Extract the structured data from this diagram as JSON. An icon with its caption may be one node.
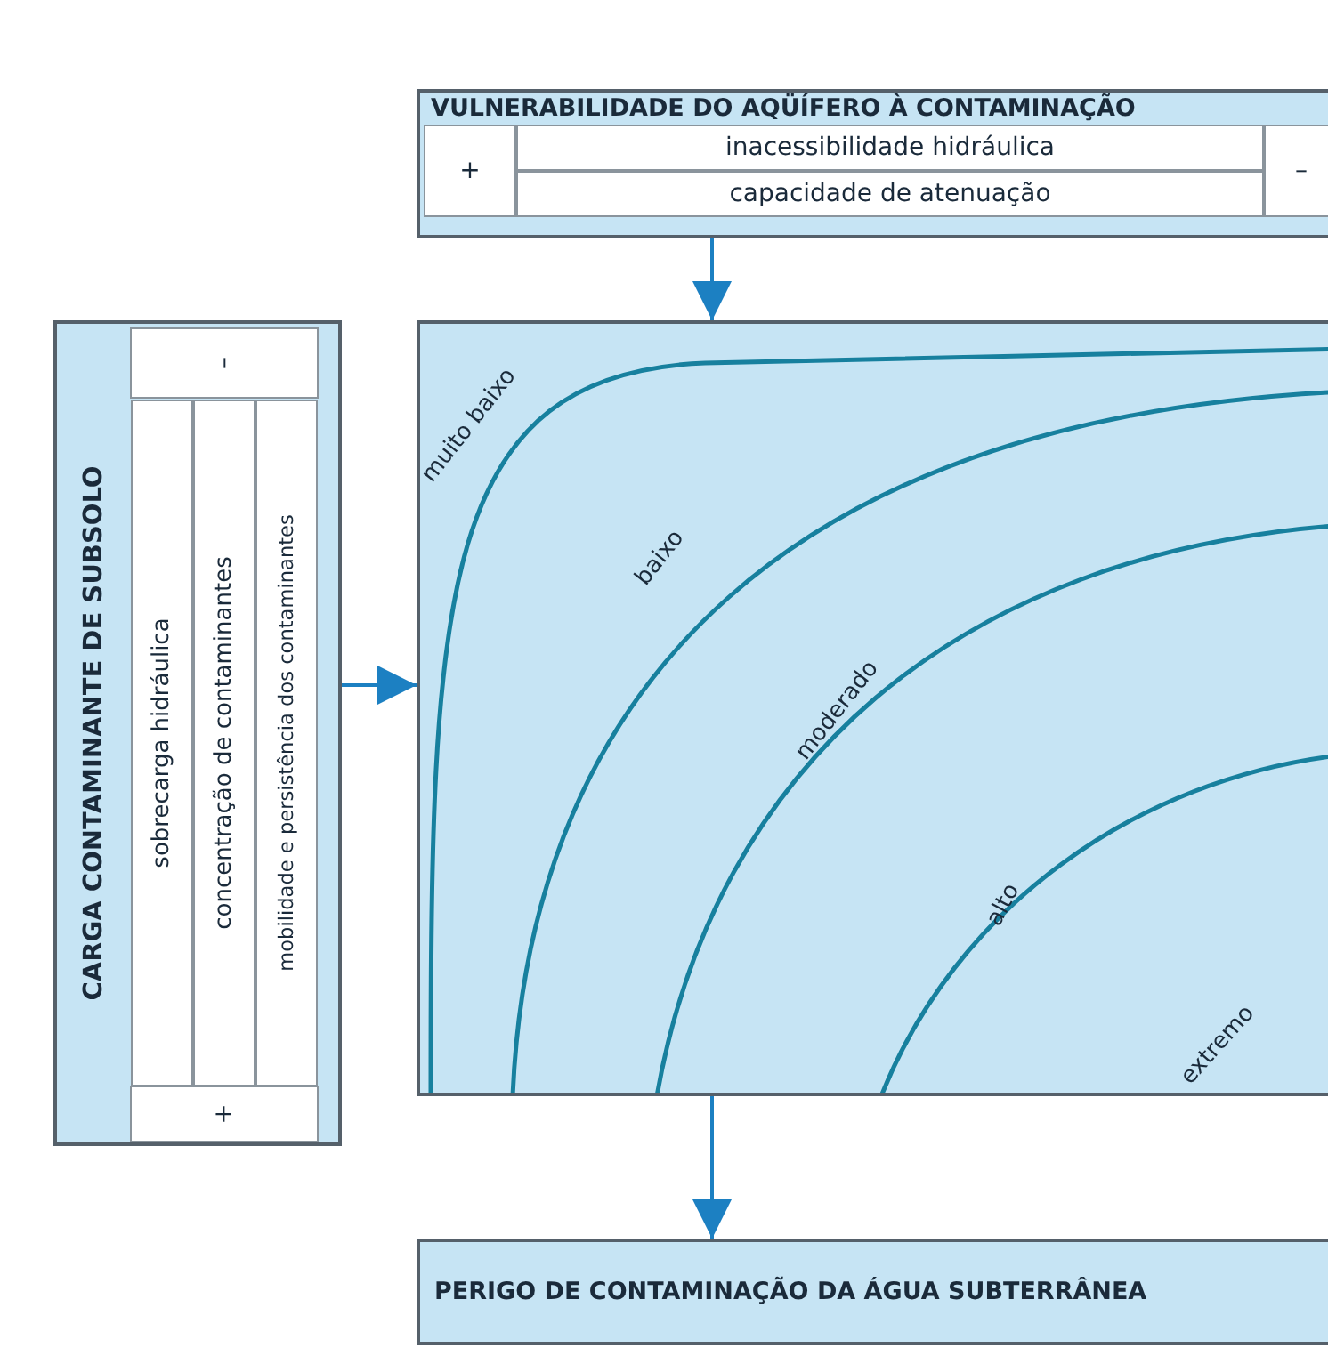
{
  "diagram": {
    "nodes": [
      {
        "text": [
          "VULNERABILIDADE DO AQÜÍFERO À CONTAMINAÇÃO",
          "+",
          "inacessibilidade hidráulica",
          "capacidade de atenuação",
          "–"
        ]
      },
      {
        "text": [
          "CARGA CONTAMINANTE DE SUBSOLO",
          "–",
          "sobrecarga hidráulica",
          "concentração de contaminantes",
          "mobilidade e persistência dos contaminantes",
          "+"
        ]
      },
      {
        "text": [
          "muito baixo",
          "baixo",
          "moderado",
          "alto",
          "extremo"
        ]
      },
      {
        "text": [
          "PERIGO DE CONTAMINAÇÃO DA ÁGUA SUBTERRÂNEA"
        ]
      }
    ],
    "edges": [
      {
        "from": 0,
        "to": 2,
        "arrow": "to"
      },
      {
        "from": 1,
        "to": 2,
        "arrow": "to"
      },
      {
        "from": 2,
        "to": 3,
        "arrow": "to"
      }
    ]
  }
}
